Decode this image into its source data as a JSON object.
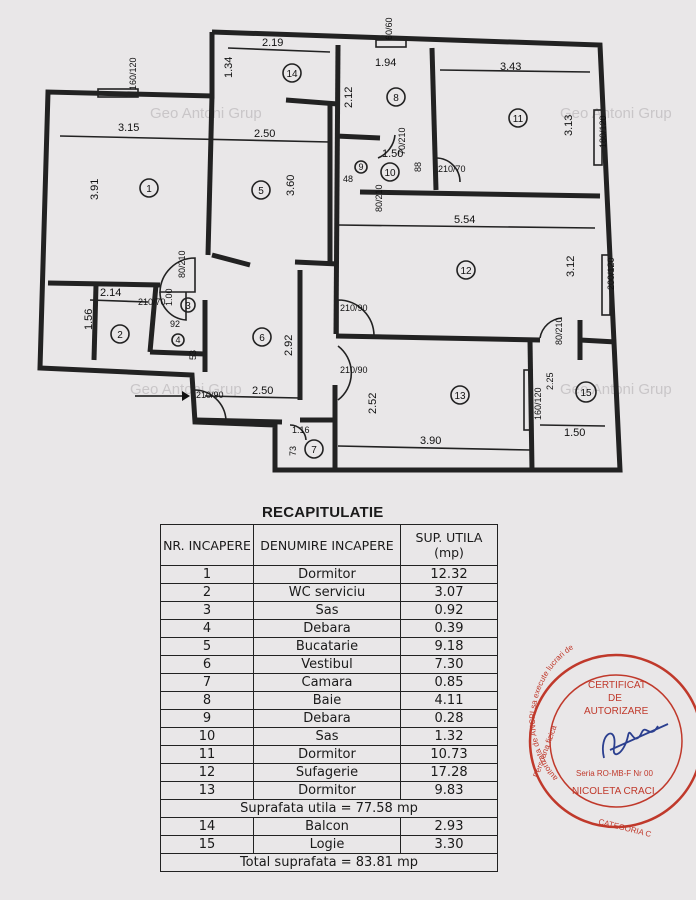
{
  "plan": {
    "watermark": "Geo Antoni Grup",
    "rooms": [
      "1",
      "2",
      "3",
      "4",
      "5",
      "6",
      "7",
      "8",
      "9",
      "10",
      "11",
      "12",
      "13",
      "14",
      "15"
    ],
    "dims": [
      "2.19",
      "1.34",
      "1.94",
      "3.43",
      "3.15",
      "2.50",
      "3.91",
      "3.60",
      "2.12",
      "1.50",
      "3.13",
      "5.54",
      "3.12",
      "2.14",
      "1.56",
      "1.00",
      "92",
      "2.92",
      "2.50",
      "1.16",
      "73",
      "2.52",
      "3.90",
      "2.25",
      "1.50",
      "48",
      "88"
    ],
    "doors": [
      "80/210",
      "210/70",
      "210/90",
      "210/90",
      "210/90",
      "70/210",
      "80/210",
      "210/70",
      "80/210",
      "53"
    ],
    "windows": [
      "160/120",
      "180/120",
      "200/120",
      "160/120",
      "60/60"
    ]
  },
  "recap": {
    "title": "RECAPITULATIE",
    "headers": [
      "NR. INCAPERE",
      "DENUMIRE INCAPERE",
      "SUP. UTILA (mp)"
    ],
    "rows": [
      [
        "1",
        "Dormitor",
        "12.32"
      ],
      [
        "2",
        "WC serviciu",
        "3.07"
      ],
      [
        "3",
        "Sas",
        "0.92"
      ],
      [
        "4",
        "Debara",
        "0.39"
      ],
      [
        "5",
        "Bucatarie",
        "9.18"
      ],
      [
        "6",
        "Vestibul",
        "7.30"
      ],
      [
        "7",
        "Camara",
        "0.85"
      ],
      [
        "8",
        "Baie",
        "4.11"
      ],
      [
        "9",
        "Debara",
        "0.28"
      ],
      [
        "10",
        "Sas",
        "1.32"
      ],
      [
        "11",
        "Dormitor",
        "10.73"
      ],
      [
        "12",
        "Sufagerie",
        "17.28"
      ],
      [
        "13",
        "Dormitor",
        "9.83"
      ]
    ],
    "useful_total": "Suprafata utila = 77.58 mp",
    "extra_rows": [
      [
        "14",
        "Balcon",
        "2.93"
      ],
      [
        "15",
        "Logie",
        "3.30"
      ]
    ],
    "grand_total": "Total suprafata = 83.81 mp"
  },
  "stamp": {
    "line1": "CERTIFICAT",
    "line2": "DE",
    "line3": "AUTORIZARE",
    "serie": "Seria RO-MB-F Nr 00",
    "name": "NICOLETA CRACI",
    "categoria": "CATEGORIA C",
    "ring_top": "autorizata de ANCPI sa execute lucrari de",
    "ring_left": "Persoana fizica"
  },
  "colors": {
    "ink": "#222222",
    "paper": "#e9e7e8",
    "stamp": "#c0392b",
    "signature": "#2b3f8f"
  }
}
